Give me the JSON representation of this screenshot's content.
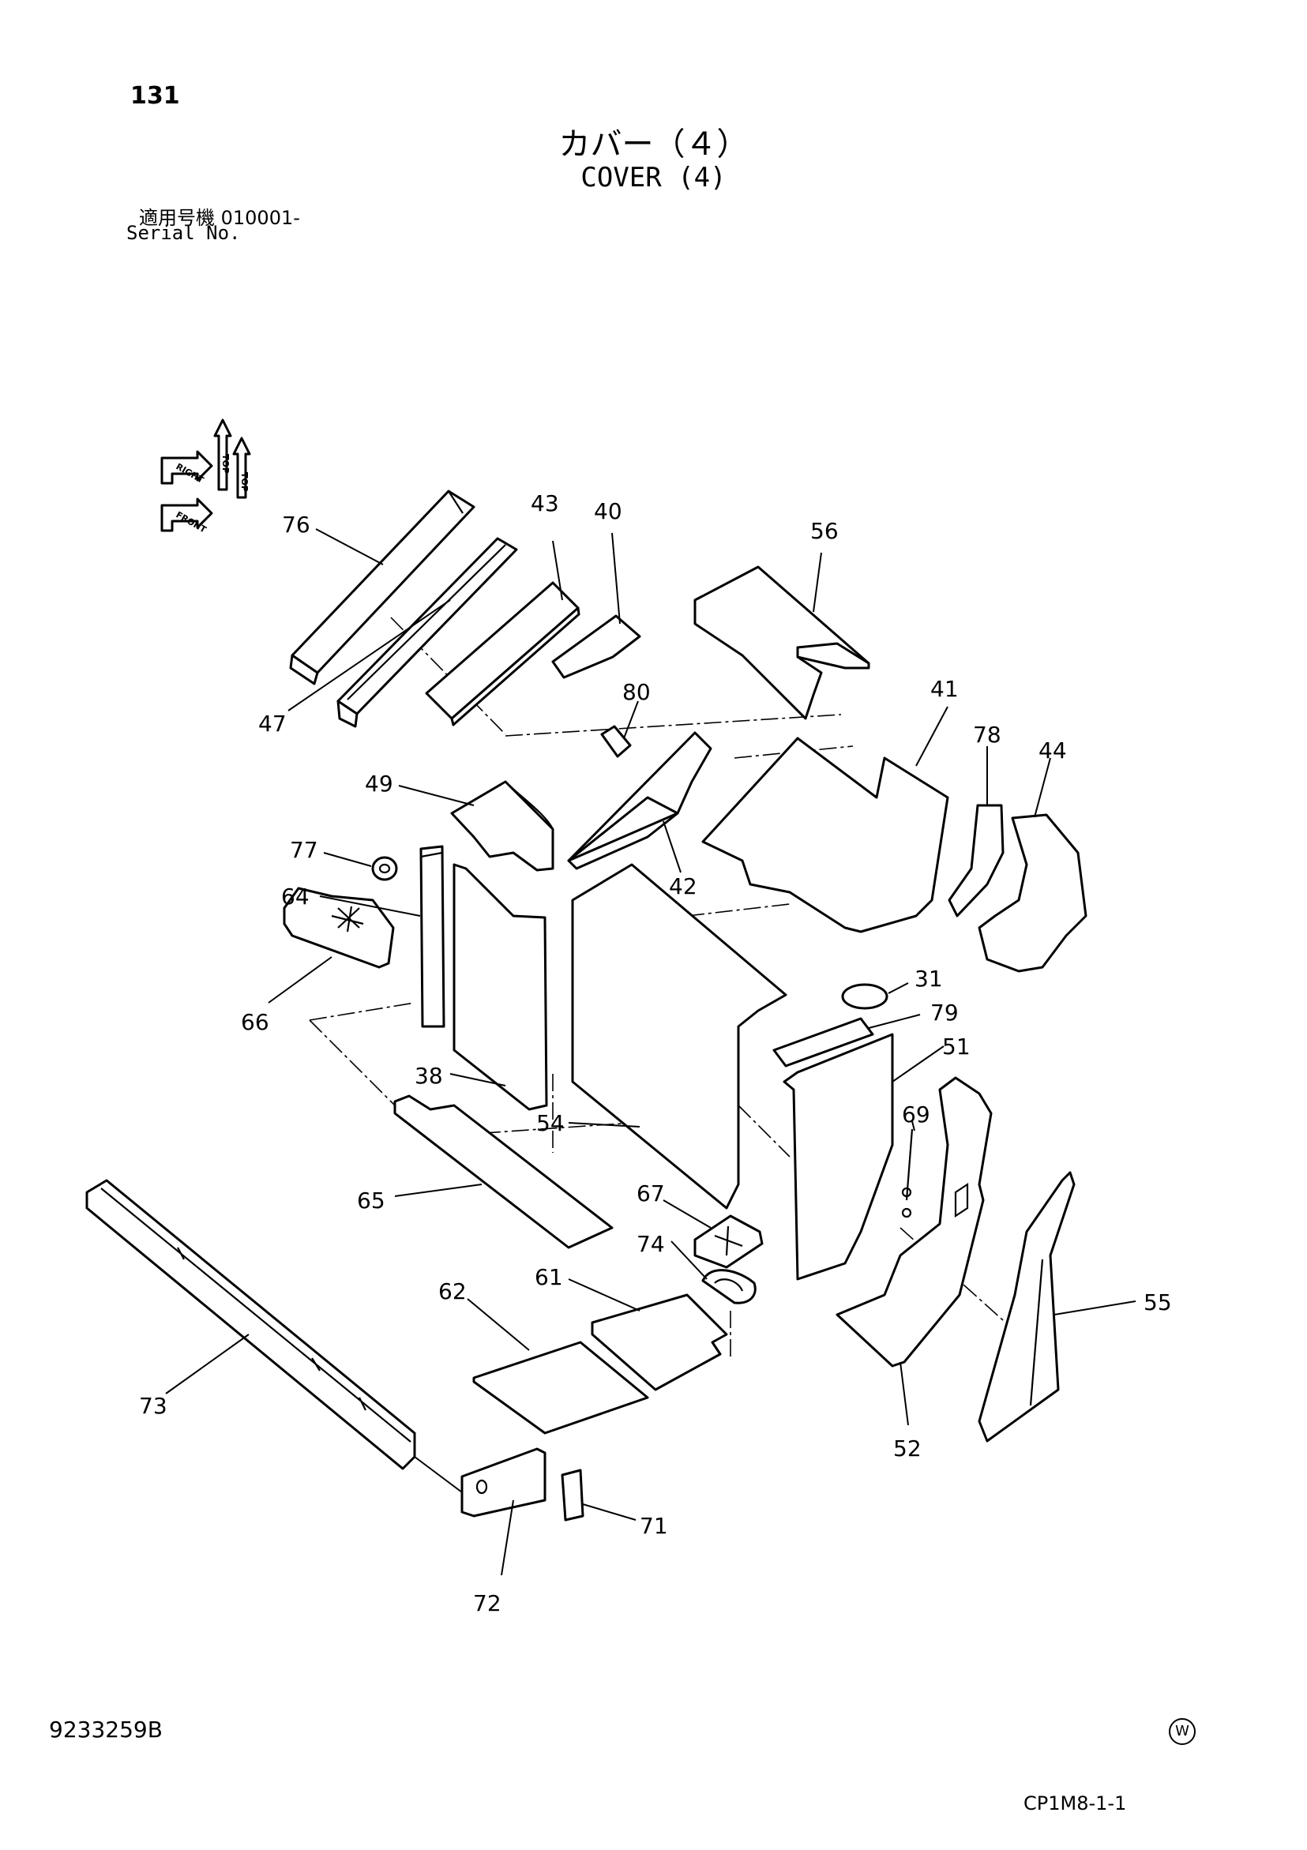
{
  "header": {
    "page_number": "131",
    "title_jp": "カバー（４）",
    "title_en": "COVER (4)",
    "serial_label_jp": "適用号機  010001-",
    "serial_label_en": "Serial No."
  },
  "orientation_arrows": {
    "labels": [
      "TOP",
      "RIGHT",
      "FRONT"
    ]
  },
  "callouts": {
    "c31": "31",
    "c38": "38",
    "c40": "40",
    "c41": "41",
    "c42": "42",
    "c43": "43",
    "c44": "44",
    "c47": "47",
    "c49": "49",
    "c51": "51",
    "c52": "52",
    "c54": "54",
    "c55": "55",
    "c56": "56",
    "c61": "61",
    "c62": "62",
    "c64": "64",
    "c65": "65",
    "c66": "66",
    "c67": "67",
    "c69": "69",
    "c71": "71",
    "c72": "72",
    "c73": "73",
    "c74": "74",
    "c76": "76",
    "c77": "77",
    "c78": "78",
    "c79": "79",
    "c80": "80"
  },
  "footer": {
    "document_number": "9233259B",
    "w_mark": "W",
    "code": "CP1M8-1-1"
  }
}
